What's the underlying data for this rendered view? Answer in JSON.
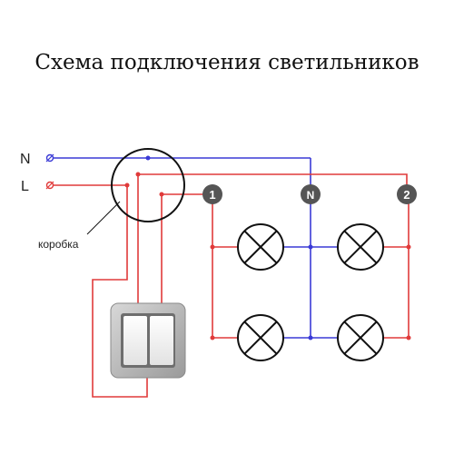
{
  "title": "Схема подключения светильников",
  "labels": {
    "neutral": "N",
    "line": "L",
    "box": "коробка"
  },
  "terminals": [
    "1",
    "N",
    "2"
  ],
  "colors": {
    "neutral_wire": "#3a3ad6",
    "line_wire": "#e03a3a",
    "terminal_fill": "#555555",
    "lamp_stroke": "#111111"
  }
}
